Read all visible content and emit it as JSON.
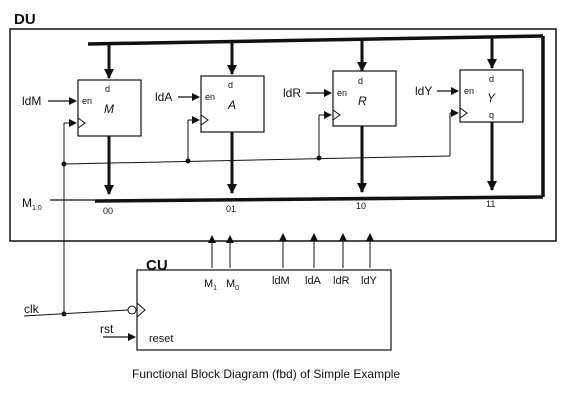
{
  "du": {
    "title": "DU"
  },
  "cu": {
    "title": "CU",
    "reset_label": "reset",
    "outputs": [
      "M",
      "M",
      "ldM",
      "ldA",
      "ldR",
      "ldY"
    ],
    "m_subscripts": [
      "1",
      "0"
    ]
  },
  "registers": [
    {
      "name": "M",
      "load": "ldM",
      "en": "en",
      "d": "d"
    },
    {
      "name": "A",
      "load": "ldA",
      "en": "en",
      "d": "d"
    },
    {
      "name": "R",
      "load": "ldR",
      "en": "en",
      "d": "d"
    },
    {
      "name": "Y",
      "load": "ldY",
      "en": "en",
      "d": "d",
      "q": "q"
    }
  ],
  "bus": {
    "select_label": "M",
    "select_subscript": "1:0",
    "codes": [
      "00",
      "01",
      "10",
      "11"
    ]
  },
  "inputs": {
    "clk": "clk",
    "rst": "rst"
  },
  "caption": "Functional Block Diagram (fbd) of Simple Example"
}
